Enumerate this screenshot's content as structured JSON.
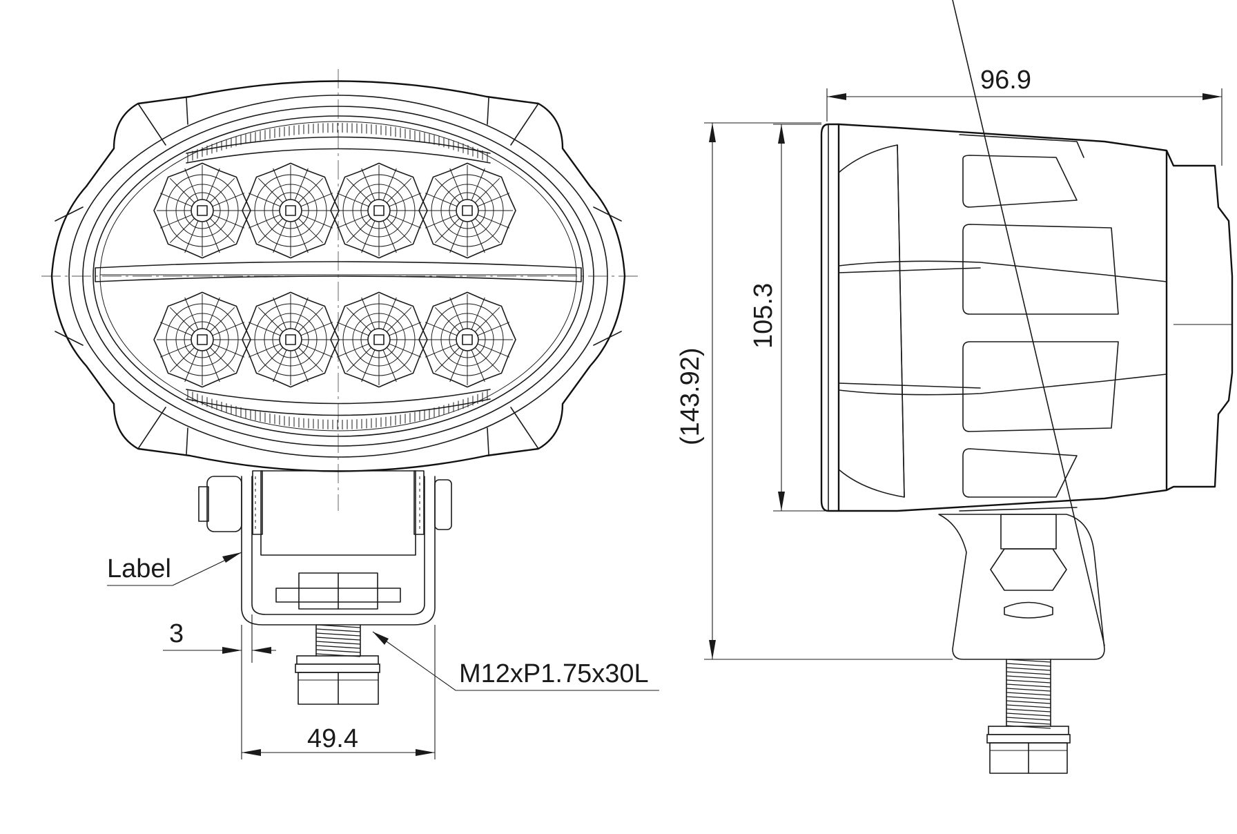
{
  "dimensions": {
    "depth": "96.9",
    "housing_height": "105.3",
    "overall_height": "(143.92)",
    "bracket_width": "49.4",
    "bracket_thickness": "3"
  },
  "callouts": {
    "label": "Label",
    "thread_spec": "M12xP1.75x30L"
  },
  "front_view": {
    "led_rows": 2,
    "leds_per_row": 4
  }
}
